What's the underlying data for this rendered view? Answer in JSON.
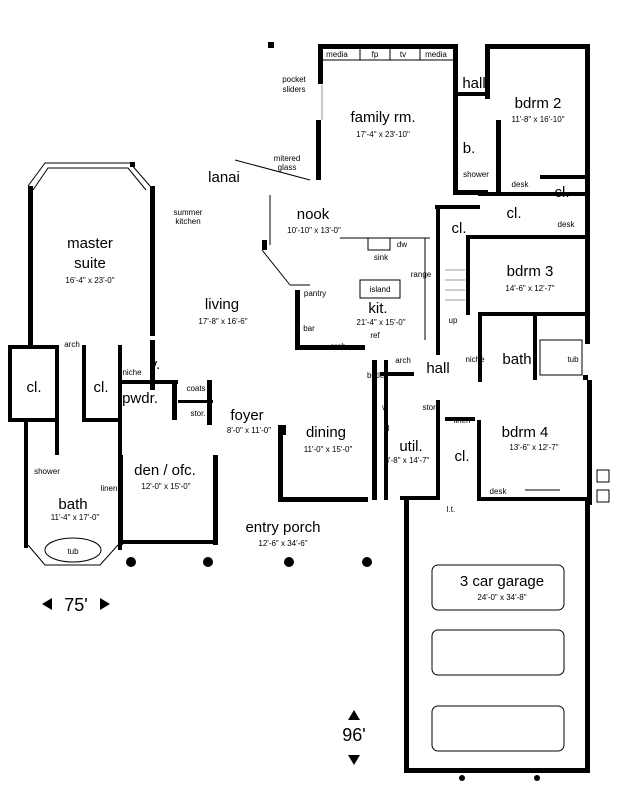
{
  "rooms": {
    "family": {
      "name": "family rm.",
      "dim": "17'-4\" x 23'-10\""
    },
    "bdrm2": {
      "name": "bdrm 2",
      "dim": "11'-8\" x 16'-10\""
    },
    "master": {
      "name": "master",
      "name2": "suite",
      "dim": "16'-4\" x 23'-0\""
    },
    "lanai": {
      "name": "lanai"
    },
    "nook": {
      "name": "nook",
      "dim": "10'-10\" x 13'-0\""
    },
    "bdrm3": {
      "name": "bdrm 3",
      "dim": "14'-6\" x 12'-7\""
    },
    "living": {
      "name": "living",
      "dim": "17'-8\" x 16'-6\""
    },
    "kit": {
      "name": "kit.",
      "dim": "21'-4\" x 15'-0\""
    },
    "foyer": {
      "name": "foyer",
      "dim": "8'-0\" x 11'-0\""
    },
    "dining": {
      "name": "dining",
      "dim": "11'-0\" x 15'-0\""
    },
    "util": {
      "name": "util.",
      "dim": "8'-8\" x 14'-7\""
    },
    "bdrm4": {
      "name": "bdrm 4",
      "dim": "13'-6\" x 12'-7\""
    },
    "den": {
      "name": "den / ofc.",
      "dim": "12'-0\" x 15'-0\""
    },
    "bath_master": {
      "name": "bath",
      "dim": "11'-4\" x 17'-0\""
    },
    "porch": {
      "name": "entry porch",
      "dim": "12'-6\" x 34'-6\""
    },
    "garage": {
      "name": "3 car garage",
      "dim": "24'-0\" x 34'-8\""
    }
  },
  "labels": {
    "media1": "media",
    "fp": "fp",
    "tv": "tv",
    "media2": "media",
    "hall_top": "hall",
    "b": "b.",
    "shower_top": "shower",
    "desk_top": "desk",
    "cl_top_right": "cl.",
    "cl_mid": "cl.",
    "desk_mid": "desk",
    "cl_kit": "cl.",
    "pocket1": "pocket",
    "pocket2": "sliders",
    "mitered1": "mitered",
    "mitered2": "glass",
    "summer1": "summer",
    "summer2": "kitchen",
    "dw": "dw",
    "sink": "sink",
    "range": "range",
    "island": "island",
    "pantry": "pantry",
    "bar": "bar",
    "arch_kit": "arch",
    "ref": "ref",
    "up": "up",
    "niche_r": "niche",
    "bath_r": "bath",
    "tub_r": "tub",
    "arch_hall": "arch",
    "hall_mid": "hall",
    "butler": "butler",
    "stor_r": "stor.",
    "linen_r": "linen",
    "cl_r": "cl.",
    "desk_b": "desk",
    "w": "w",
    "d": "d",
    "lt": "l.t.",
    "arch_ms": "arch",
    "cl_left1": "cl.",
    "cl_left2": "cl.",
    "niche_l": "niche",
    "v": "v.",
    "pwdr": "pwdr.",
    "coats": "coats",
    "stor_l": "stor.",
    "shower_l": "shower",
    "linen_l": "linen",
    "tub_l": "tub"
  },
  "dimensions": {
    "width": "75'",
    "depth": "96'"
  }
}
